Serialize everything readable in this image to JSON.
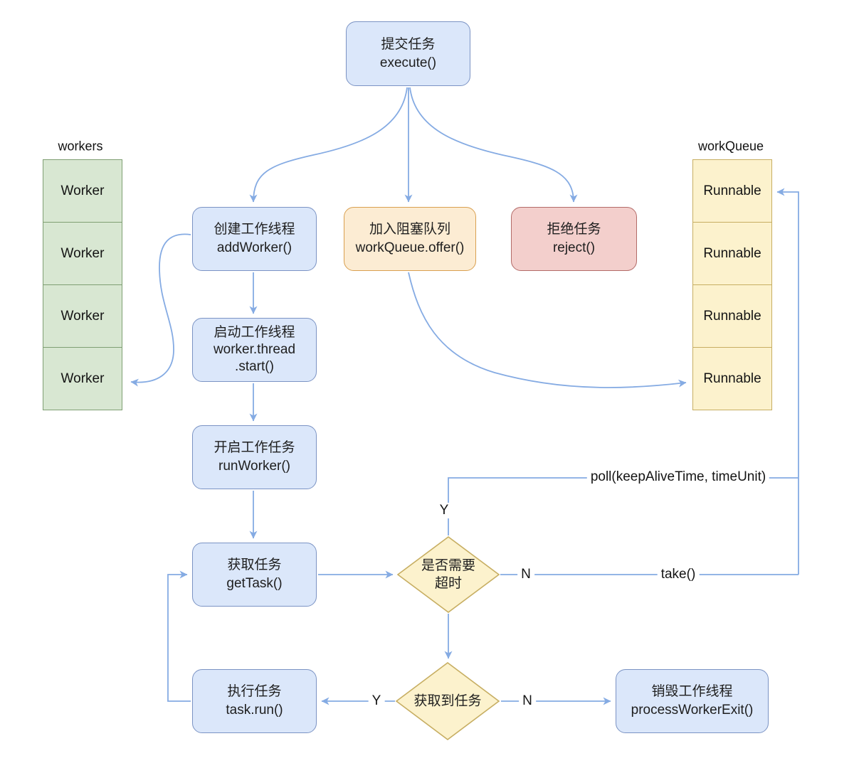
{
  "colors": {
    "connector": "#85abe3",
    "blue_fill": "#dbe7fa",
    "blue_border": "#7b93c4",
    "orange_fill": "#fcecd3",
    "orange_border": "#d9a050",
    "red_fill": "#f3cfcc",
    "red_border": "#b36b68",
    "green_fill": "#d8e7d2",
    "green_border": "#7f9f73",
    "yellow_fill": "#fcf2cd",
    "yellow_border": "#c7ae62",
    "text": "#1e1e1e"
  },
  "nodes": {
    "execute": {
      "line1": "提交任务",
      "line2": "execute()"
    },
    "add_worker": {
      "line1": "创建工作线程",
      "line2": "addWorker()"
    },
    "offer": {
      "line1": "加入阻塞队列",
      "line2": "workQueue.offer()"
    },
    "reject": {
      "line1": "拒绝任务",
      "line2": "reject()"
    },
    "start": {
      "line1": "启动工作线程",
      "line2": "worker.thread",
      "line3": ".start()"
    },
    "run_worker": {
      "line1": "开启工作任务",
      "line2": "runWorker()"
    },
    "get_task": {
      "line1": "获取任务",
      "line2": "getTask()"
    },
    "task_run": {
      "line1": "执行任务",
      "line2": "task.run()"
    },
    "process_worker_exit": {
      "line1": "销毁工作线程",
      "line2": "processWorkerExit()"
    },
    "need_timeout": {
      "line1": "是否需要",
      "line2": "超时"
    },
    "got_task": {
      "line1": "获取到任务"
    }
  },
  "lists": {
    "workers": {
      "title": "workers",
      "items": [
        "Worker",
        "Worker",
        "Worker",
        "Worker"
      ]
    },
    "work_queue": {
      "title": "workQueue",
      "items": [
        "Runnable",
        "Runnable",
        "Runnable",
        "Runnable"
      ]
    }
  },
  "edge_labels": {
    "timeout_yes": "Y",
    "timeout_no": "N",
    "poll": "poll(keepAliveTime, timeUnit)",
    "take": "take()",
    "got_yes": "Y",
    "got_no": "N"
  }
}
